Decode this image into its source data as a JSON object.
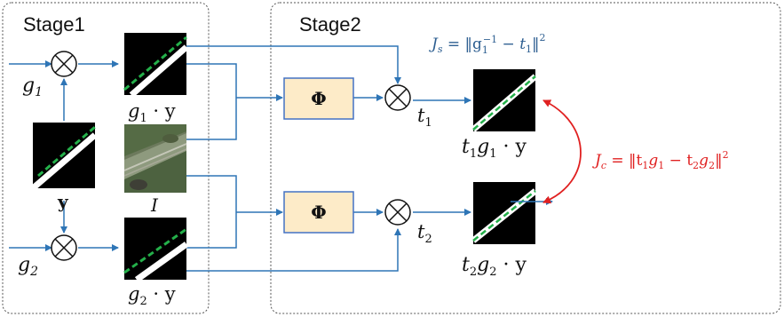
{
  "stages": {
    "stage1_label": "Stage1",
    "stage2_label": "Stage2"
  },
  "inputs": {
    "g1": "g",
    "g1_sub": "1",
    "g2": "g",
    "g2_sub": "2",
    "y": "y",
    "image": "I"
  },
  "transformed": {
    "g1y_g": "g",
    "g1y_sub": "1",
    "g1y_rest": " · y",
    "g2y_g": "g",
    "g2y_sub": "2",
    "g2y_rest": " · y"
  },
  "network": {
    "phi_top": "Φ",
    "phi_bottom": "Φ"
  },
  "outputs": {
    "t1": "t",
    "t1_sub": "1",
    "t2": "t",
    "t2_sub": "2",
    "out1_a": "t",
    "out1_a_sub": "1",
    "out1_b": "g",
    "out1_b_sub": "1",
    "out1_rest": " · y",
    "out2_a": "t",
    "out2_a_sub": "2",
    "out2_b": "g",
    "out2_b_sub": "2",
    "out2_rest": " · y"
  },
  "losses": {
    "js_label": "J",
    "js_sub": "s",
    "js_eq": " = ‖g",
    "js_g_sub": "1",
    "js_g_sup": "−1",
    "js_mid": " − t",
    "js_t_sub": "1",
    "js_end": "‖",
    "js_sq": "2",
    "jc_label": "J",
    "jc_sub": "c",
    "jc_eq": " = ‖t",
    "jc_a_sub": "1",
    "jc_b": "g",
    "jc_b_sub": "1",
    "jc_mid": " − t",
    "jc_c_sub": "2",
    "jc_d": "g",
    "jc_d_sub": "2",
    "jc_end": "‖",
    "jc_sq": "2"
  },
  "colors": {
    "arrow": "#2E75B6",
    "phi_fill": "#FDEBC8",
    "phi_stroke": "#4472C4",
    "js_text": "#2E5F91",
    "jc_text": "#E02020",
    "dashed_line": "#24B04A"
  }
}
